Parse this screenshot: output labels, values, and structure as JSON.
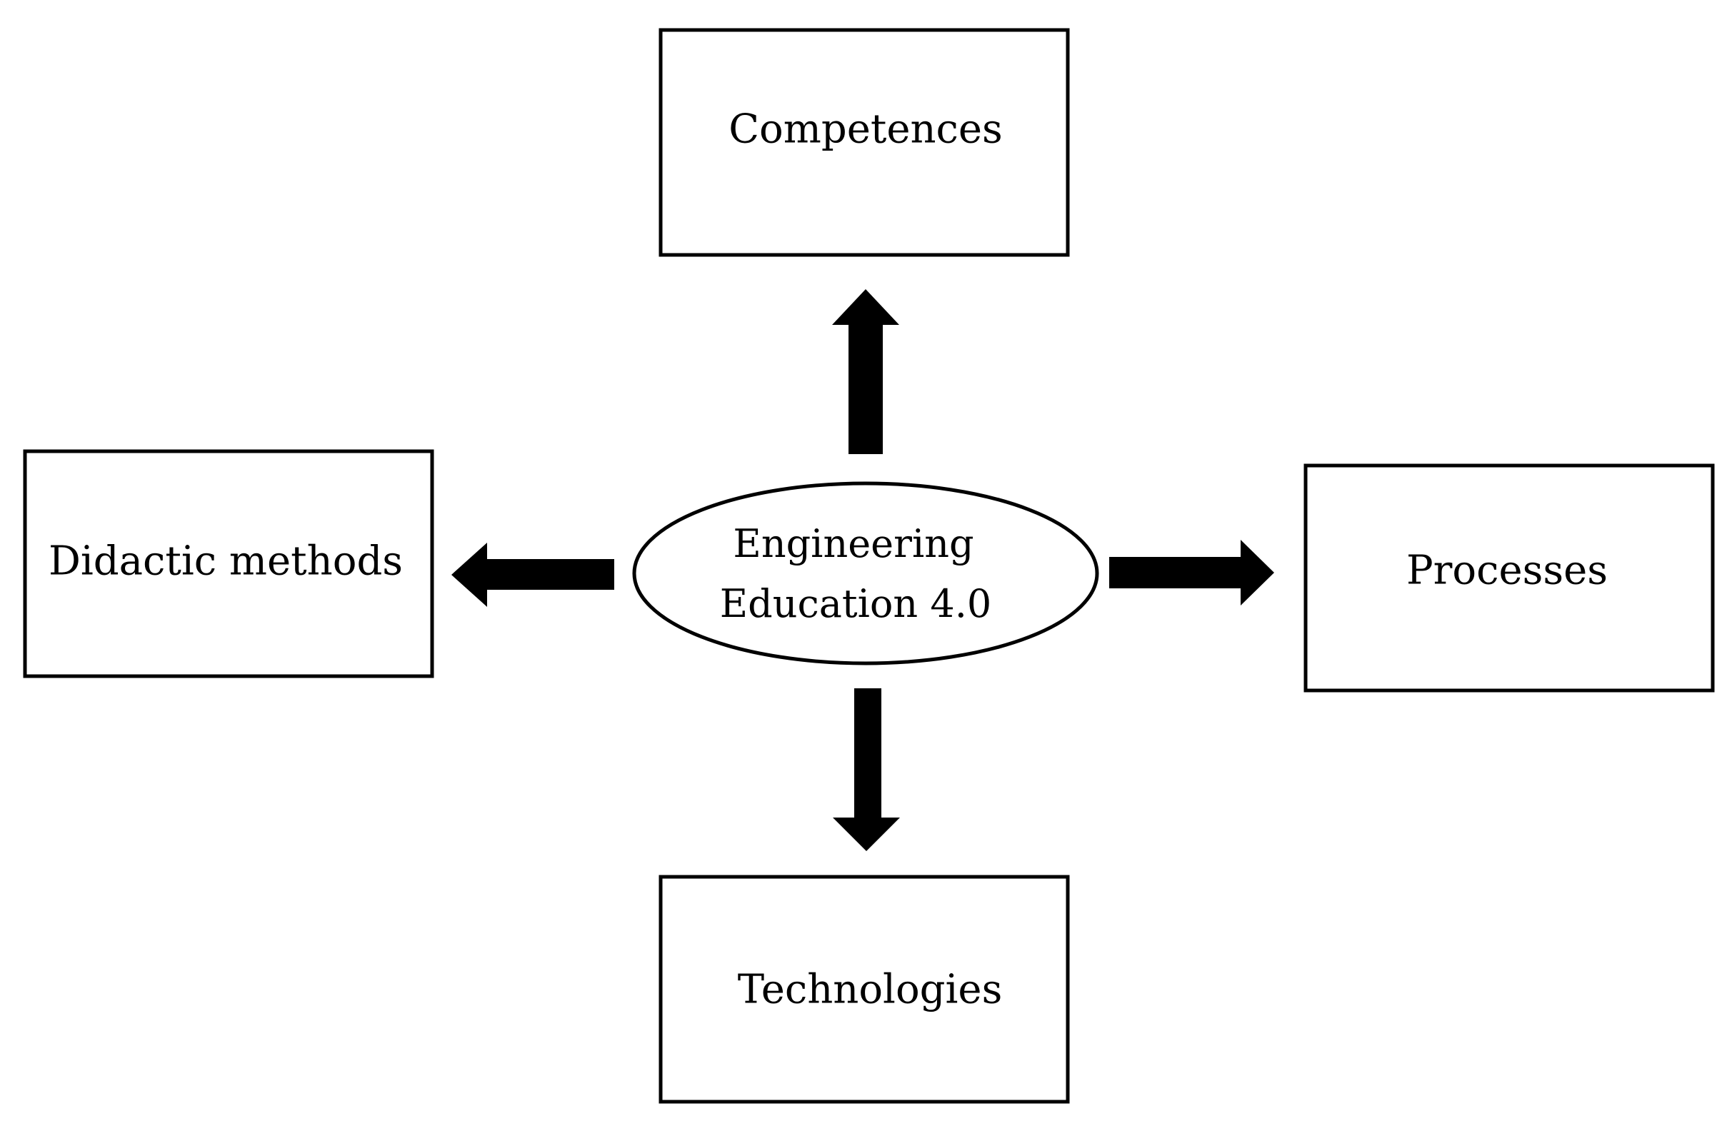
{
  "center": {
    "line1": "Engineering",
    "line2": "Education 4.0"
  },
  "nodes": {
    "top": "Competences",
    "left": "Didactic methods",
    "right": "Processes",
    "bottom": "Technologies"
  },
  "colors": {
    "stroke": "#000000",
    "fill": "#ffffff",
    "arrow": "#000000"
  }
}
